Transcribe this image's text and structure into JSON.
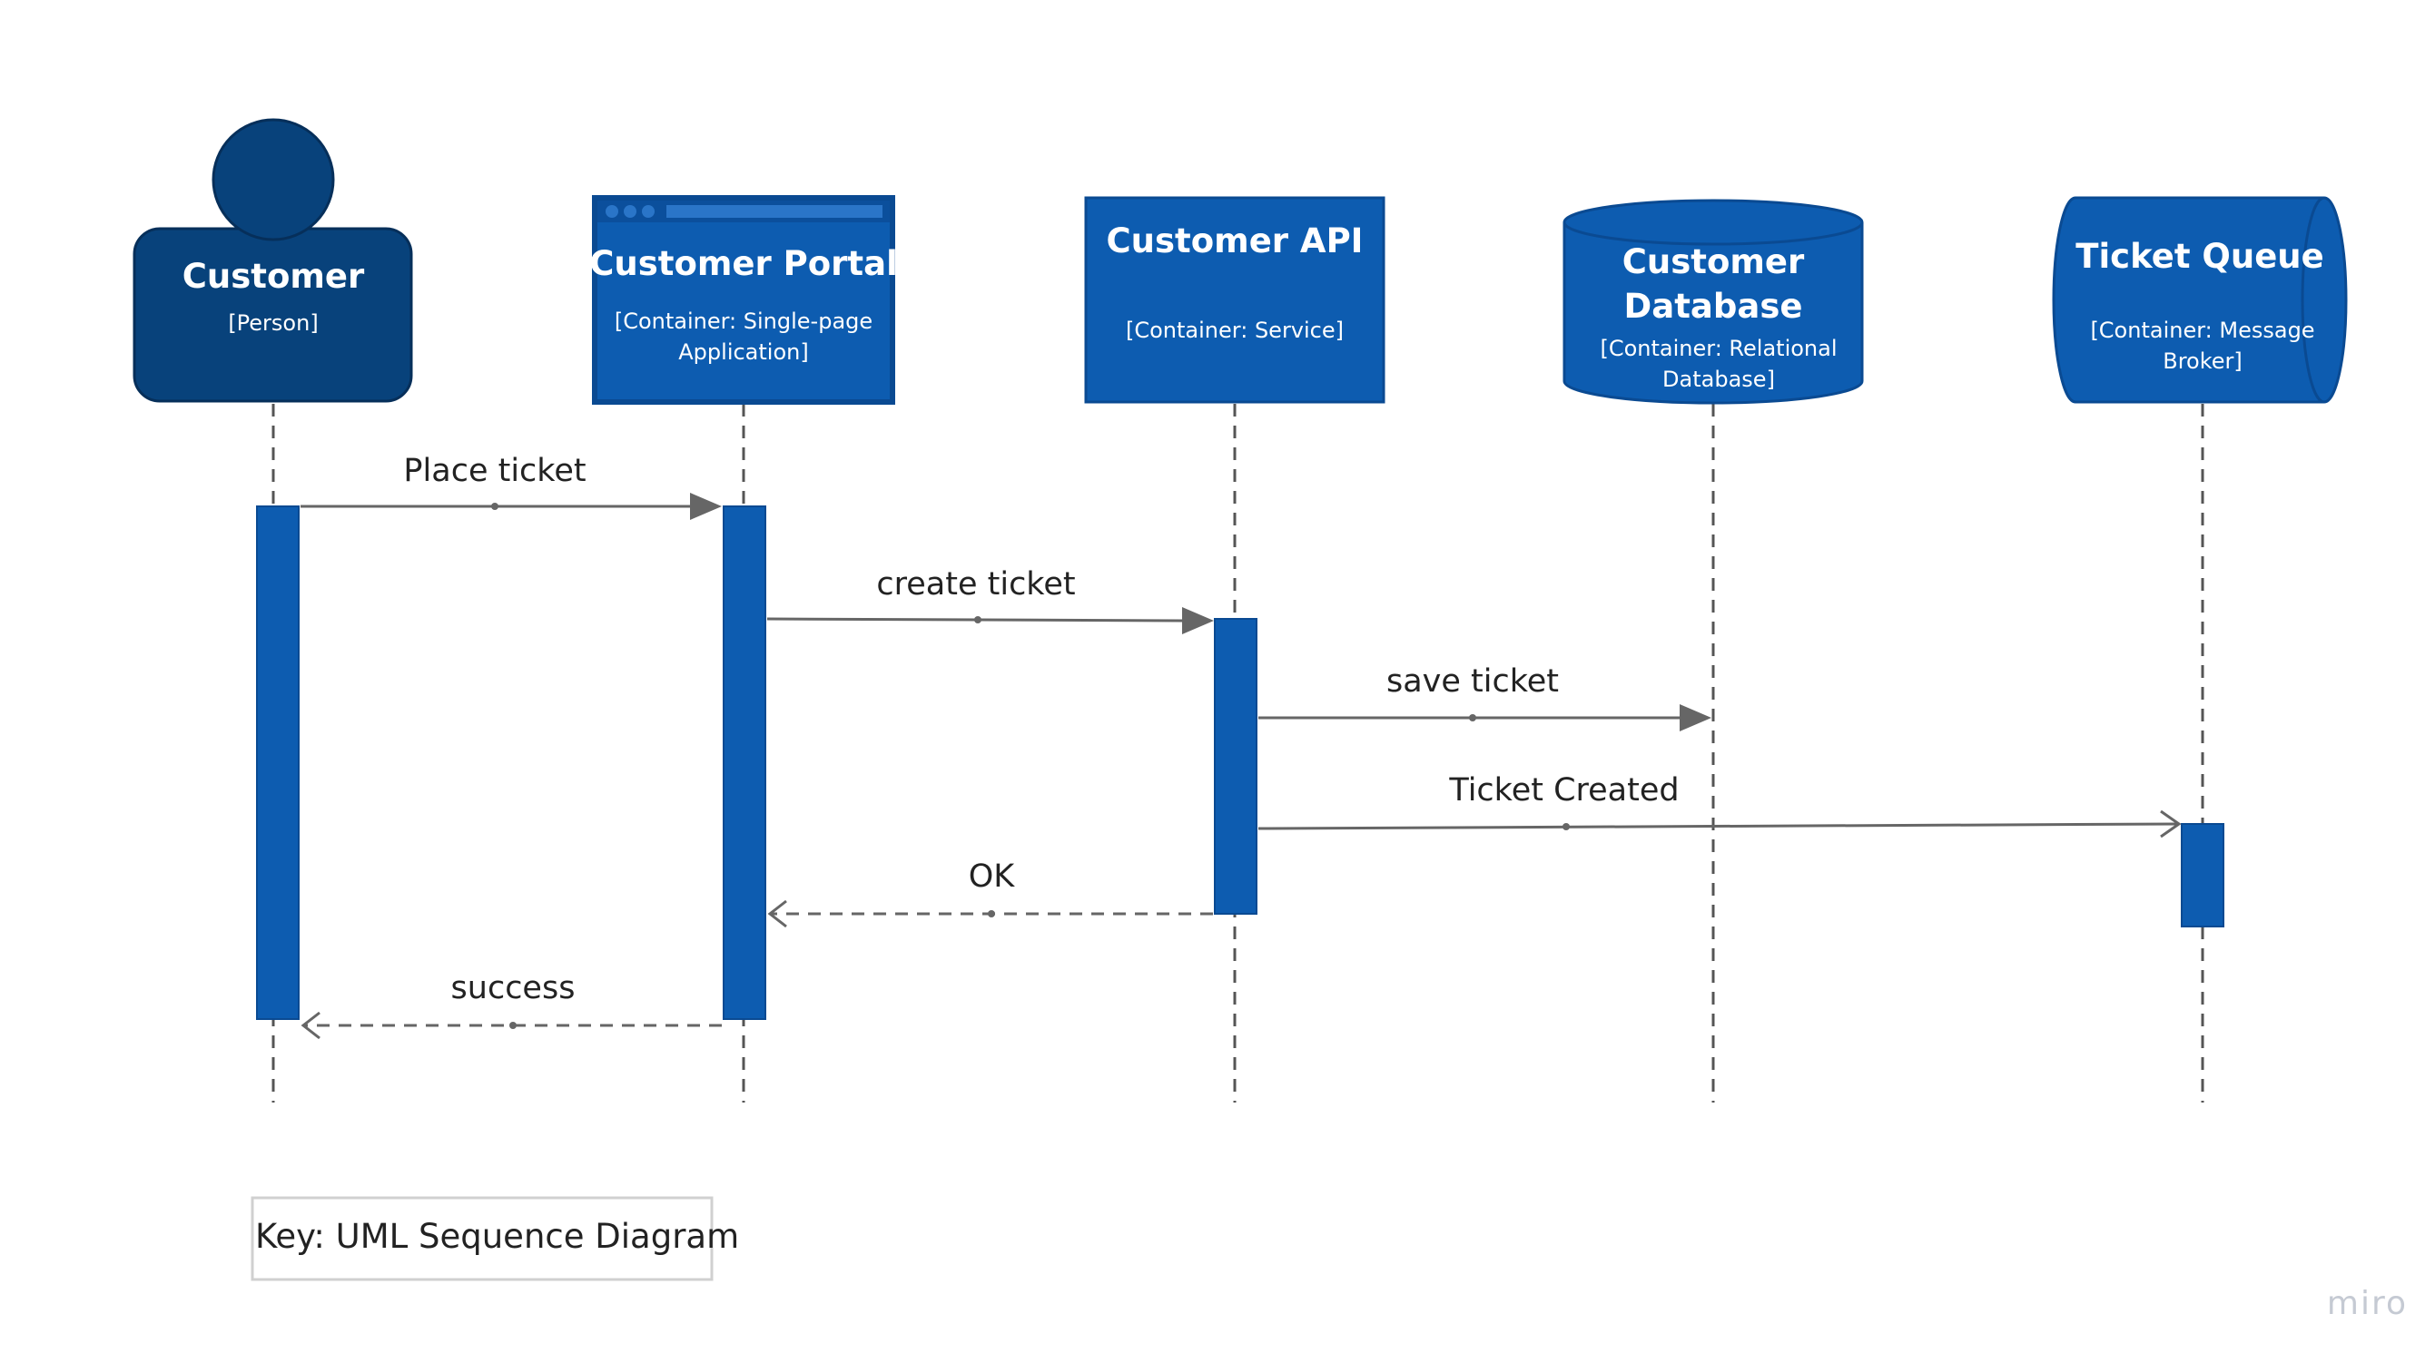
{
  "participants": {
    "customer": {
      "title": "Customer",
      "subtitle": "[Person]"
    },
    "portal": {
      "title": "Customer Portal",
      "subtitle_1": "[Container: Single-page",
      "subtitle_2": "Application]"
    },
    "api": {
      "title": "Customer API",
      "subtitle": "[Container: Service]"
    },
    "database": {
      "title_1": "Customer",
      "title_2": "Database",
      "subtitle_1": "[Container: Relational",
      "subtitle_2": "Database]"
    },
    "queue": {
      "title": "Ticket Queue",
      "subtitle_1": "[Container: Message",
      "subtitle_2": "Broker]"
    }
  },
  "messages": [
    {
      "label": "Place ticket",
      "from": "Customer",
      "to": "Customer Portal",
      "style": "sync"
    },
    {
      "label": "create ticket",
      "from": "Customer Portal",
      "to": "Customer API",
      "style": "sync"
    },
    {
      "label": "save ticket",
      "from": "Customer API",
      "to": "Customer Database",
      "style": "sync"
    },
    {
      "label": "Ticket Created",
      "from": "Customer API",
      "to": "Ticket Queue",
      "style": "async"
    },
    {
      "label": "OK",
      "from": "Customer API",
      "to": "Customer Portal",
      "style": "return"
    },
    {
      "label": "success",
      "from": "Customer Portal",
      "to": "Customer",
      "style": "return"
    }
  ],
  "key": {
    "label": "Key: UML Sequence Diagram"
  },
  "brand": {
    "label": "miro"
  },
  "colors": {
    "person": "#08427b",
    "container": "#0d5cb0",
    "container_border": "#0a4a92",
    "arrow": "#666666",
    "lifeline": "#555555"
  }
}
